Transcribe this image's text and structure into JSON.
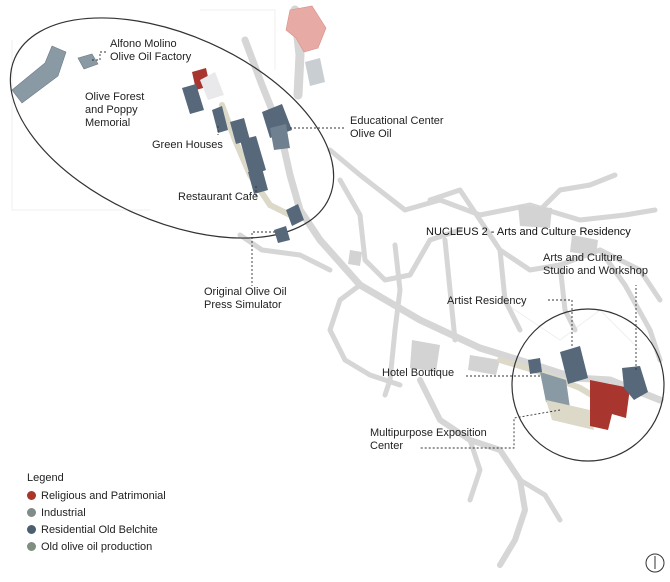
{
  "labels": {
    "factory": "Alfono Molino\nOlive Oil Factory",
    "olive_forest": "Olive Forest\nand Poppy\nMemorial",
    "educational": "Educational Center\nOlive Oil",
    "green_houses": "Green Houses",
    "restaurant": "Restaurant Cafe",
    "press": "Original Olive Oil\nPress Simulator",
    "nucleus2": "NUCLEUS 2 - Arts and Culture Residency",
    "studio": "Arts and Culture\nStudio and Workshop",
    "artist": "Artist Residency",
    "hotel": "Hotel Boutique",
    "exposition": "Multipurpose Exposition\nCenter"
  },
  "legend": {
    "title": "Legend",
    "items": [
      {
        "label": "Religious and Patrimonial",
        "color": "#a8352e"
      },
      {
        "label": "Industrial",
        "color": "#7f8c88"
      },
      {
        "label": "Residential Old Belchite",
        "color": "#4b5f70"
      },
      {
        "label": "Old olive oil production",
        "color": "#7e8f80"
      }
    ]
  },
  "colors": {
    "road": "#d6d6d6",
    "path": "#dcd9c8",
    "building_dark": "#56687a",
    "building_light": "#8a9aa4",
    "heritage": "#a8352e",
    "heritage_pale": "#e8aaa4"
  },
  "icons": {
    "north": "north-arrow-icon"
  }
}
